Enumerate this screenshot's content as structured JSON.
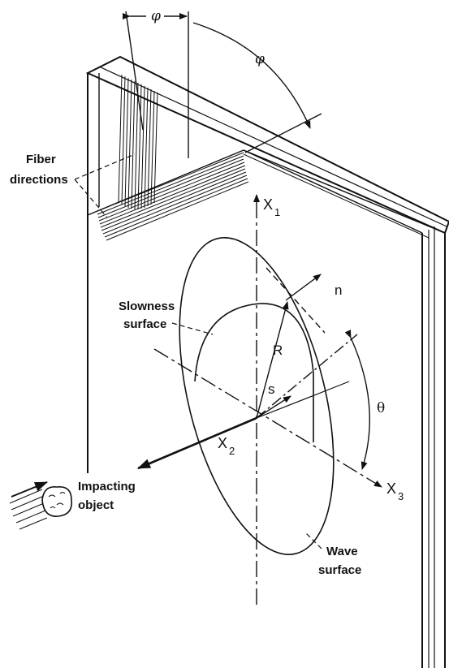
{
  "diagram": {
    "labels": {
      "phi_top": "φ",
      "phi_right": "φ",
      "fiber_line1": "Fiber",
      "fiber_line2": "directions",
      "x1": "X",
      "x1_sub": "1",
      "x2": "X",
      "x2_sub": "2",
      "x3": "X",
      "x3_sub": "3",
      "n": "n",
      "R": "R",
      "s": "s",
      "theta": "θ",
      "slowness_line1": "Slowness",
      "slowness_line2": "surface",
      "wave_line1": "Wave",
      "wave_line2": "surface",
      "impact_line1": "Impacting",
      "impact_line2": "object"
    },
    "colors": {
      "ink": "#111111",
      "background": "#ffffff"
    }
  }
}
